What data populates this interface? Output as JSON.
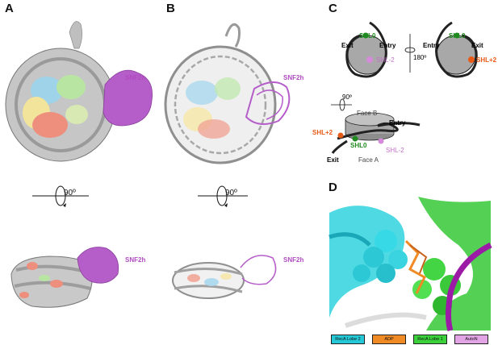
{
  "panels": {
    "a": "A",
    "b": "B",
    "c": "C",
    "d": "D"
  },
  "snf2h_label": "SNF2h",
  "rotation_label": "90º",
  "schematic": {
    "exit": "Exit",
    "entry": "Entry",
    "shl0": "SHL0",
    "shl_minus2": "SHL-2",
    "shl_plus2": "SHL+2",
    "rot180": "180º",
    "rot90": "90º",
    "face_a": "Face A",
    "face_b": "Face B"
  },
  "legend": [
    {
      "label": "RecA Lobe 2",
      "color": "#24c8d6"
    },
    {
      "label": "ADP",
      "color": "#f08a24"
    },
    {
      "label": "RecA Lobe 1",
      "color": "#3ad13a"
    },
    {
      "label": "AutoN",
      "color": "#e3a4e6"
    }
  ],
  "colors": {
    "nucleosome_gray": "#bdbdbd",
    "snf2h_purple": "#b55dc9",
    "shl0_green": "#1f8a1f",
    "shl_minus2_pink": "#d48bd9",
    "shl_plus2_orange": "#e85a17"
  }
}
